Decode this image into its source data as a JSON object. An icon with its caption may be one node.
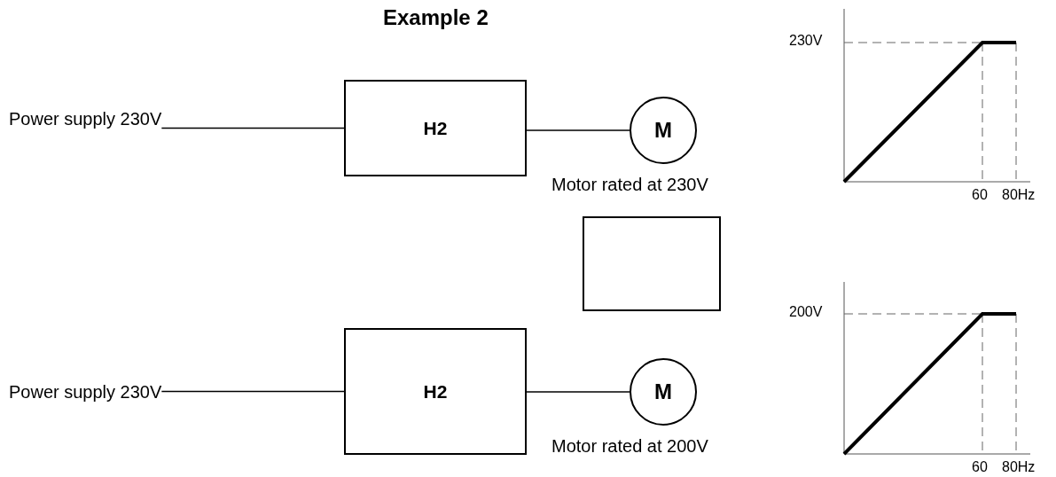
{
  "diagram": {
    "title": "Example 2",
    "nodes": [
      {
        "text": [
          "Power supply 230V"
        ]
      },
      {
        "text": [
          "H2"
        ]
      },
      {
        "text": [
          "M"
        ],
        "beside": [
          "Motor rated at 230V"
        ]
      },
      {
        "text": [],
        "shape": "box"
      },
      {
        "text": [
          "Power supply 230V"
        ]
      },
      {
        "text": [
          "H2"
        ]
      },
      {
        "text": [
          "M"
        ],
        "beside": [
          "Motor rated at 200V"
        ]
      }
    ],
    "edges": [
      {
        "from": 0,
        "to": 1,
        "arrow": "none"
      },
      {
        "from": 1,
        "to": 2,
        "arrow": "none"
      },
      {
        "from": 4,
        "to": 5,
        "arrow": "none"
      },
      {
        "from": 5,
        "to": 6,
        "arrow": "none"
      }
    ],
    "labels": [
      "230V",
      "60",
      "80Hz",
      "200V",
      "60",
      "80Hz"
    ]
  }
}
